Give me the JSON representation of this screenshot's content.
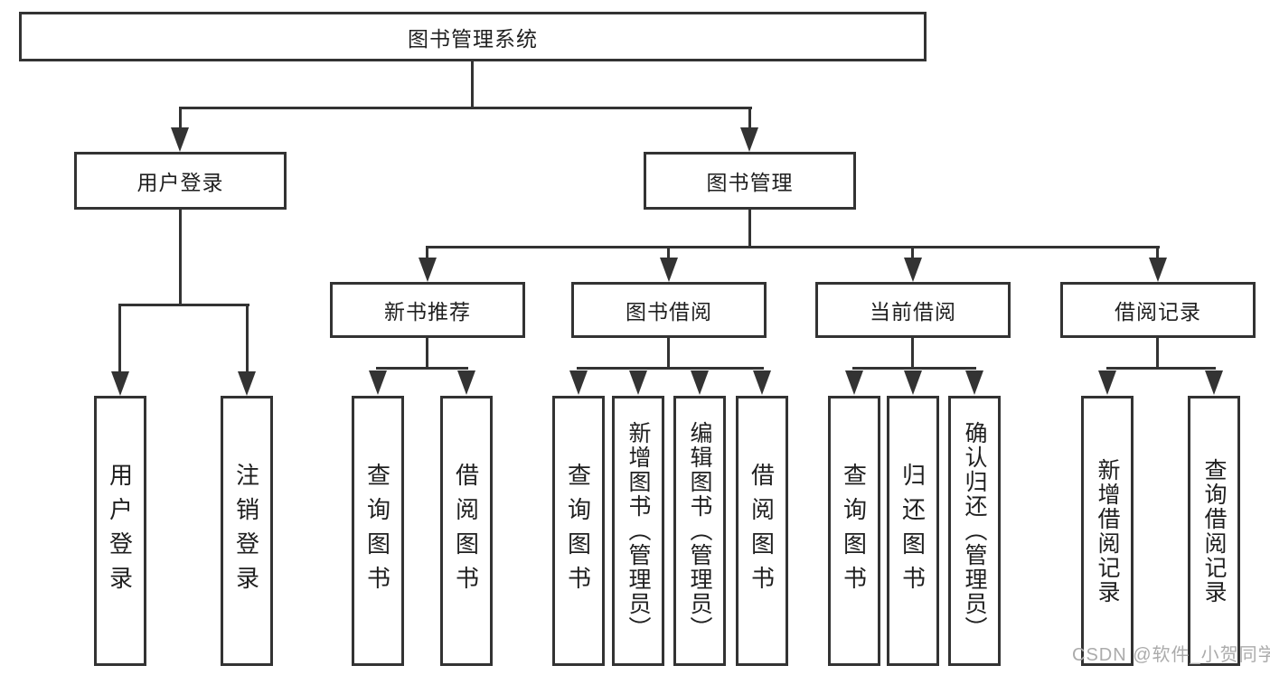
{
  "tree": {
    "root": {
      "label": "图书管理系统"
    },
    "level2": [
      {
        "label": "用户登录",
        "children": [
          {
            "label": "用户登录"
          },
          {
            "label": "注销登录"
          }
        ]
      },
      {
        "label": "图书管理",
        "children": [
          {
            "label": "新书推荐",
            "children": [
              {
                "label": "查询图书"
              },
              {
                "label": "借阅图书"
              }
            ]
          },
          {
            "label": "图书借阅",
            "children": [
              {
                "label": "查询图书"
              },
              {
                "label": "新增图书（管理员）"
              },
              {
                "label": "编辑图书（管理员）"
              },
              {
                "label": "借阅图书"
              }
            ]
          },
          {
            "label": "当前借阅",
            "children": [
              {
                "label": "查询图书"
              },
              {
                "label": "归还图书"
              },
              {
                "label": "确认归还（管理员）"
              }
            ]
          },
          {
            "label": "借阅记录",
            "children": [
              {
                "label": "新增借阅记录"
              },
              {
                "label": "查询借阅记录"
              }
            ]
          }
        ]
      }
    ]
  },
  "watermark": {
    "text": "CSDN @软件_小贺同学"
  },
  "colors": {
    "line": "#333333",
    "text": "#1f1f1f",
    "watermark": "#ababab",
    "bg": "#ffffff"
  }
}
